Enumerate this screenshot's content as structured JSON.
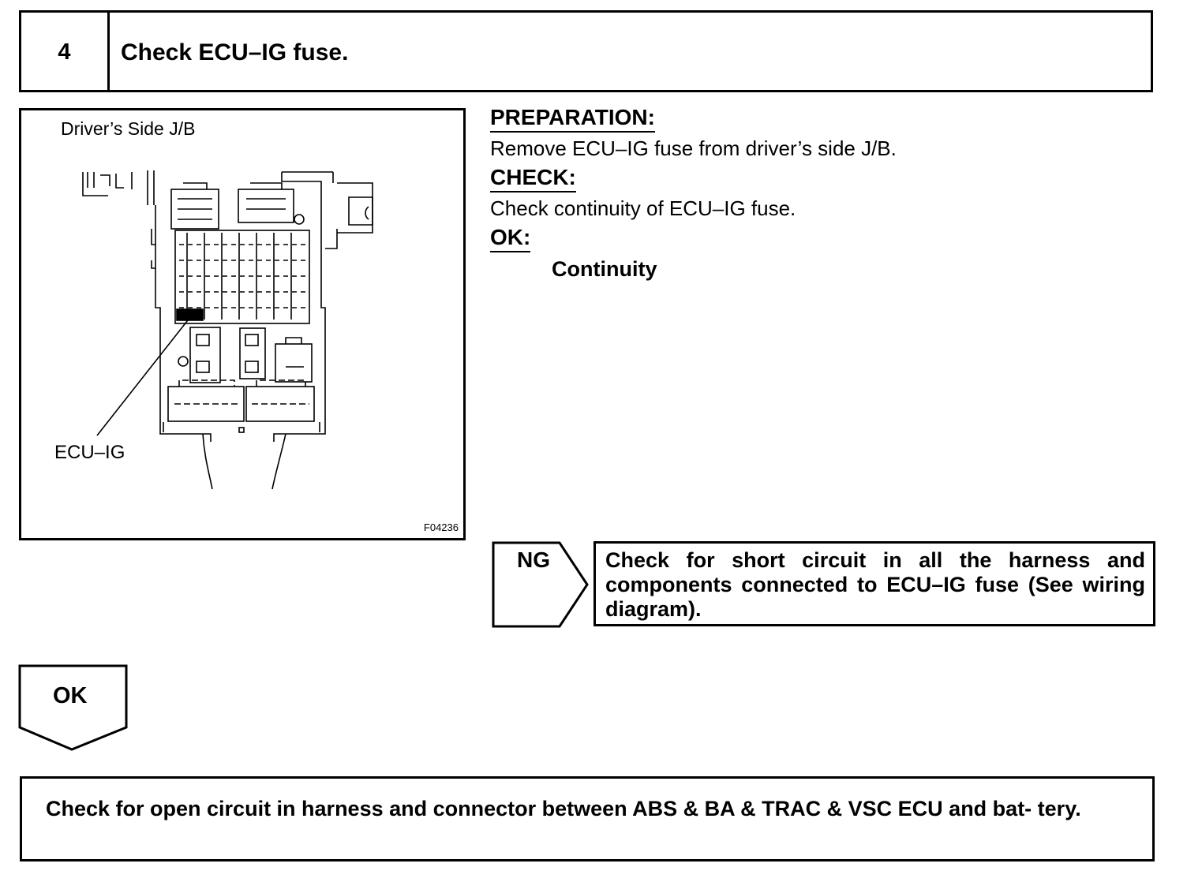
{
  "step": {
    "number": "4",
    "title": "Check ECU–IG fuse."
  },
  "figure": {
    "caption": "Driver’s Side J/B",
    "callout": "ECU–IG",
    "code": "F04236"
  },
  "instructions": {
    "preparation_heading": "PREPARATION:",
    "preparation_text": "Remove ECU–IG fuse from driver’s side J/B.",
    "check_heading": "CHECK:",
    "check_text": "Check continuity of ECU–IG fuse.",
    "ok_heading": "OK:",
    "ok_result": "Continuity"
  },
  "ng_branch": {
    "label": "NG",
    "action": "Check for short circuit in all the harness and components connected to ECU–IG fuse (See wiring diagram)."
  },
  "ok_branch": {
    "label": "OK"
  },
  "next_step": {
    "text": "Check for open circuit in harness and connector between ABS & BA & TRAC & VSC ECU and bat- tery."
  }
}
